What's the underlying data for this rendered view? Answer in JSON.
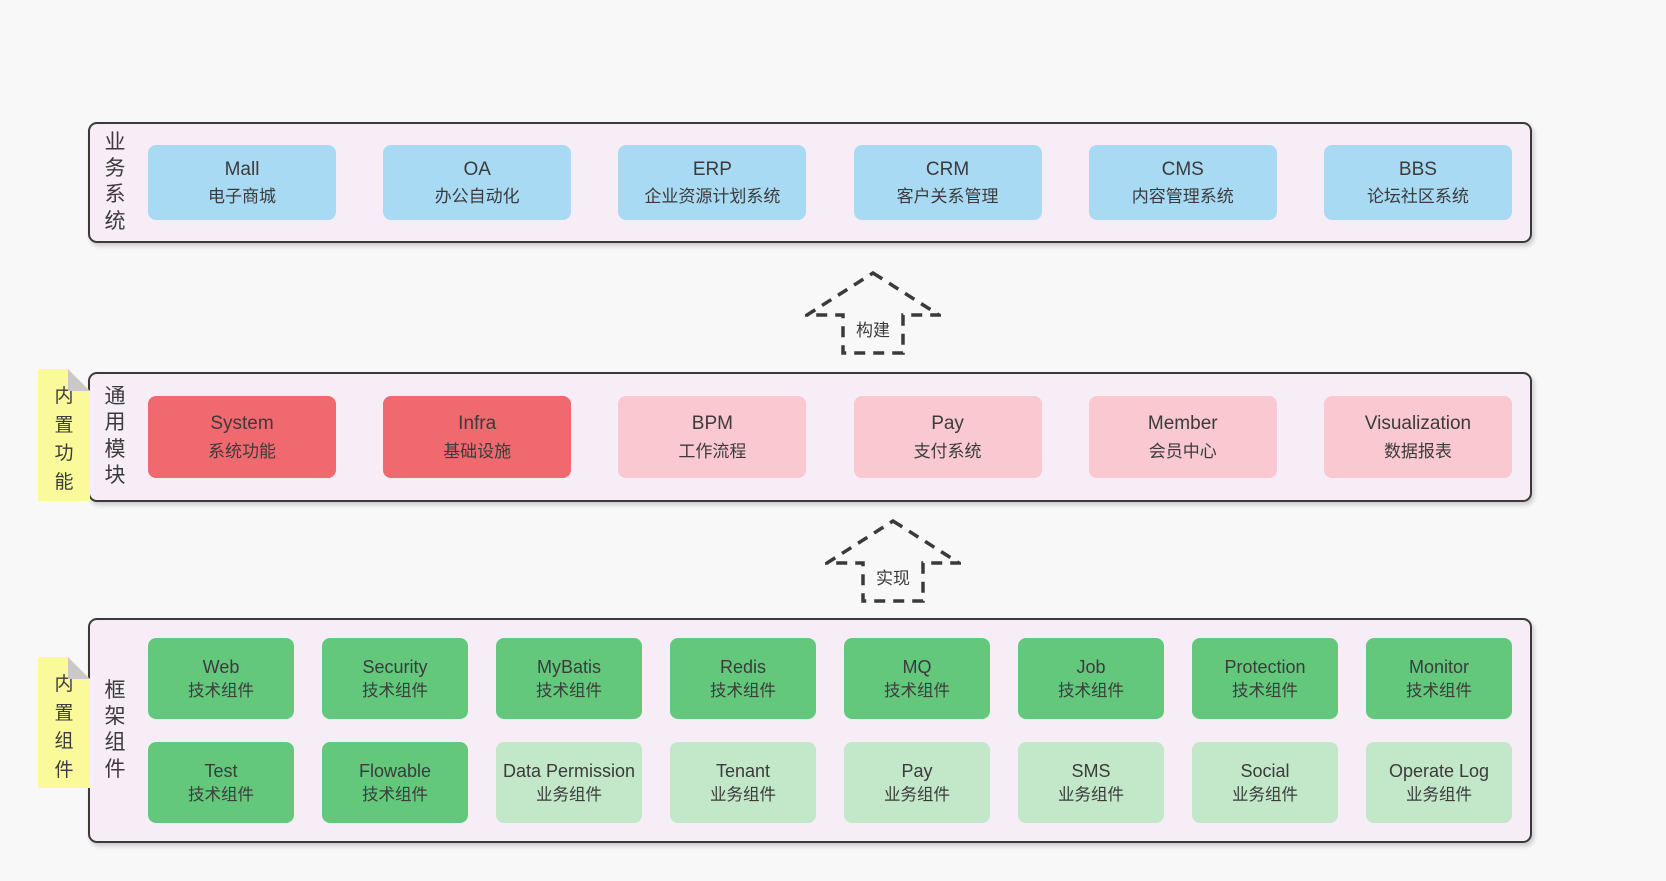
{
  "colors": {
    "page-bg": "#f8f8f8",
    "band-bg": "#f7edf6",
    "band-border": "#3a3a3a",
    "text": "#3b3b3b",
    "blue": "#a9daf4",
    "red": "#f0696e",
    "pink": "#f9c8d1",
    "green-dark": "#63c87c",
    "green-light": "#c2e7c9",
    "yellow": "#fafa9b",
    "fold-gray": "#c9c9c9"
  },
  "bands": {
    "business": {
      "label": "业务系统",
      "items": [
        {
          "name": "Mall",
          "desc": "电子商城",
          "color": "blue"
        },
        {
          "name": "OA",
          "desc": "办公自动化",
          "color": "blue"
        },
        {
          "name": "ERP",
          "desc": "企业资源计划系统",
          "color": "blue"
        },
        {
          "name": "CRM",
          "desc": "客户关系管理",
          "color": "blue"
        },
        {
          "name": "CMS",
          "desc": "内容管理系统",
          "color": "blue"
        },
        {
          "name": "BBS",
          "desc": "论坛社区系统",
          "color": "blue"
        }
      ]
    },
    "modules": {
      "label": "通用模块",
      "note": "内置功能",
      "items": [
        {
          "name": "System",
          "desc": "系统功能",
          "color": "red"
        },
        {
          "name": "Infra",
          "desc": "基础设施",
          "color": "red"
        },
        {
          "name": "BPM",
          "desc": "工作流程",
          "color": "pink"
        },
        {
          "name": "Pay",
          "desc": "支付系统",
          "color": "pink"
        },
        {
          "name": "Member",
          "desc": "会员中心",
          "color": "pink"
        },
        {
          "name": "Visualization",
          "desc": "数据报表",
          "color": "pink"
        }
      ]
    },
    "framework": {
      "label": "框架组件",
      "note": "内置组件",
      "rows": [
        [
          {
            "name": "Web",
            "desc": "技术组件",
            "color": "green-dark"
          },
          {
            "name": "Security",
            "desc": "技术组件",
            "color": "green-dark"
          },
          {
            "name": "MyBatis",
            "desc": "技术组件",
            "color": "green-dark"
          },
          {
            "name": "Redis",
            "desc": "技术组件",
            "color": "green-dark"
          },
          {
            "name": "MQ",
            "desc": "技术组件",
            "color": "green-dark"
          },
          {
            "name": "Job",
            "desc": "技术组件",
            "color": "green-dark"
          },
          {
            "name": "Protection",
            "desc": "技术组件",
            "color": "green-dark"
          },
          {
            "name": "Monitor",
            "desc": "技术组件",
            "color": "green-dark"
          }
        ],
        [
          {
            "name": "Test",
            "desc": "技术组件",
            "color": "green-dark"
          },
          {
            "name": "Flowable",
            "desc": "技术组件",
            "color": "green-dark"
          },
          {
            "name": "Data Permission",
            "desc": "业务组件",
            "color": "green-light"
          },
          {
            "name": "Tenant",
            "desc": "业务组件",
            "color": "green-light"
          },
          {
            "name": "Pay",
            "desc": "业务组件",
            "color": "green-light"
          },
          {
            "name": "SMS",
            "desc": "业务组件",
            "color": "green-light"
          },
          {
            "name": "Social",
            "desc": "业务组件",
            "color": "green-light"
          },
          {
            "name": "Operate Log",
            "desc": "业务组件",
            "color": "green-light"
          }
        ]
      ]
    }
  },
  "arrows": [
    {
      "label": "构建"
    },
    {
      "label": "实现"
    }
  ]
}
